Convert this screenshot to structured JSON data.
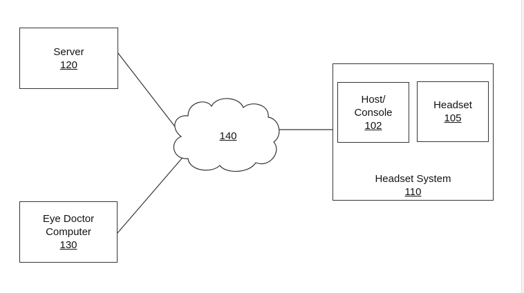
{
  "server": {
    "name": "Server",
    "number": "120"
  },
  "eye_doctor": {
    "line1": "Eye Doctor",
    "line2": "Computer",
    "number": "130"
  },
  "network": {
    "number": "140"
  },
  "headset_system": {
    "name": "Headset System",
    "number": "110"
  },
  "host_console": {
    "line1": "Host/",
    "line2": "Console",
    "number": "102"
  },
  "headset": {
    "name": "Headset",
    "number": "105"
  }
}
